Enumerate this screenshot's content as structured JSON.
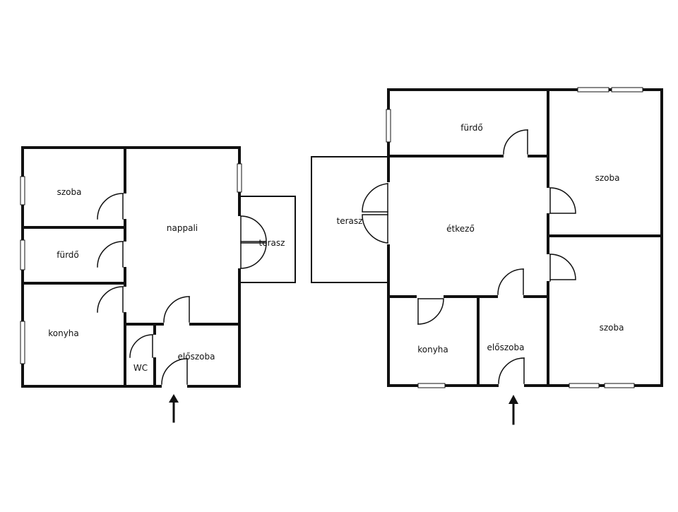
{
  "colors": {
    "wall": "#111111",
    "background": "#ffffff",
    "window": "#ffffff"
  },
  "plan_left": {
    "rooms": [
      {
        "id": "szoba",
        "label": "szoba"
      },
      {
        "id": "furdo",
        "label": "fürdő"
      },
      {
        "id": "konyha",
        "label": "konyha"
      },
      {
        "id": "nappali",
        "label": "nappali"
      },
      {
        "id": "terasz",
        "label": "terasz"
      },
      {
        "id": "wc",
        "label": "WC"
      },
      {
        "id": "eloszoba",
        "label": "előszoba"
      }
    ]
  },
  "plan_right": {
    "rooms": [
      {
        "id": "furdo",
        "label": "fürdő"
      },
      {
        "id": "szoba-top",
        "label": "szoba"
      },
      {
        "id": "terasz",
        "label": "terasz"
      },
      {
        "id": "etkezo",
        "label": "étkező"
      },
      {
        "id": "szoba-bottom",
        "label": "szoba"
      },
      {
        "id": "konyha",
        "label": "konyha"
      },
      {
        "id": "eloszoba",
        "label": "előszoba"
      }
    ]
  },
  "entrance_icon": "arrow-up-icon"
}
